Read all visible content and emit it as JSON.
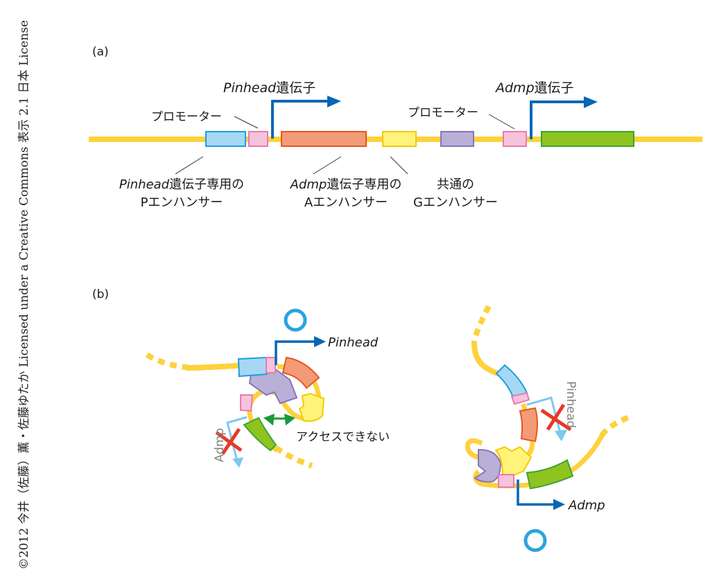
{
  "credit": "©2012 今井（佐藤）薫・佐藤ゆたか Licensed under a Creative Commons 表示 2.1 日本 License",
  "colors": {
    "dna": "#fdd23b",
    "arrow": "#0a66b4",
    "arrow_blocked": "#7cc8f0",
    "p_enhancer_fill": "#a6d8f5",
    "p_enhancer_stroke": "#1b9ee0",
    "promoter_fill": "#f6c3dc",
    "promoter_stroke": "#e87ab0",
    "pinhead_gene_fill": "#f29b76",
    "pinhead_gene_stroke": "#e8541f",
    "a_enhancer_fill": "#fff37a",
    "a_enhancer_stroke": "#f6c900",
    "g_enhancer_fill": "#b8b0d6",
    "g_enhancer_stroke": "#8a74b8",
    "admp_gene_fill": "#8fc31f",
    "admp_gene_stroke": "#3aa435",
    "ok_circle": "#2ba3e0",
    "cross": "#e83828",
    "access_arrow": "#1a9a3a"
  },
  "panel_a": {
    "label": "(a)",
    "pinhead_gene_label": {
      "gene": "Pinhead",
      "suffix": "遺伝子"
    },
    "admp_gene_label": {
      "gene": "Admp",
      "suffix": "遺伝子"
    },
    "promoter_label_1": "プロモーター",
    "promoter_label_2": "プロモーター",
    "p_enhancer_label": {
      "gene": "Pinhead",
      "line1_suffix": "遺伝子専用の",
      "line2": "Pエンハンサー"
    },
    "a_enhancer_label": {
      "gene": "Admp",
      "line1_suffix": "遺伝子専用の",
      "line2": "Aエンハンサー"
    },
    "g_enhancer_label": {
      "line1": "共通の",
      "line2": "Gエンハンサー"
    }
  },
  "panel_b": {
    "label": "(b)",
    "left": {
      "active_gene": "Pinhead",
      "blocked_gene": "Admp",
      "access_label": "アクセスできない"
    },
    "right": {
      "active_gene": "Admp",
      "blocked_gene": "Pinhead"
    }
  }
}
